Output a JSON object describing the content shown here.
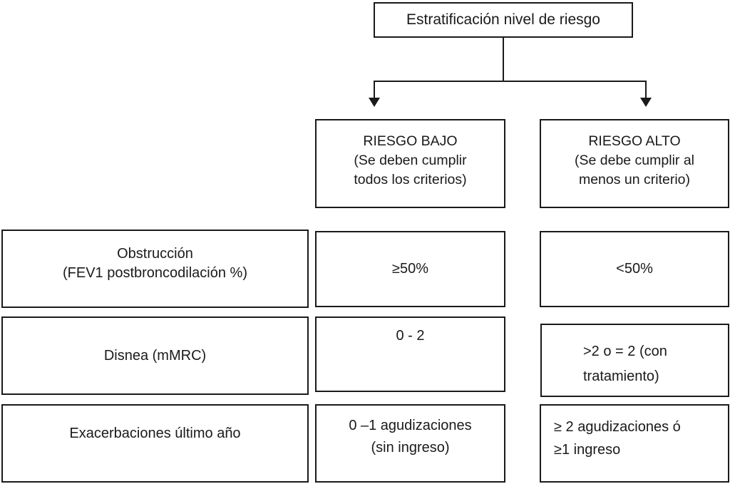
{
  "diagram": {
    "title": "Estratificación nivel de riesgo",
    "headers": {
      "low": "RIESGO BAJO\n(Se deben cumplir\ntodos los criterios)",
      "high": "RIESGO ALTO\n(Se debe cumplir al\nmenos un criterio)"
    },
    "rows": [
      {
        "label": "Obstrucción\n(FEV1 postbroncodilación %)",
        "low": "≥50%",
        "high": "<50%"
      },
      {
        "label": "Disnea (mMRC)",
        "low": "0 - 2",
        "high": ">2 o = 2 (con\ntratamiento)"
      },
      {
        "label": "Exacerbaciones último año",
        "low": "0 –1 agudizaciones\n(sin ingreso)",
        "high": "≥ 2 agudizaciones ó\n≥1 ingreso"
      }
    ],
    "colors": {
      "border": "#1a1a1a",
      "text": "#1a1a1a",
      "background": "#ffffff"
    }
  }
}
